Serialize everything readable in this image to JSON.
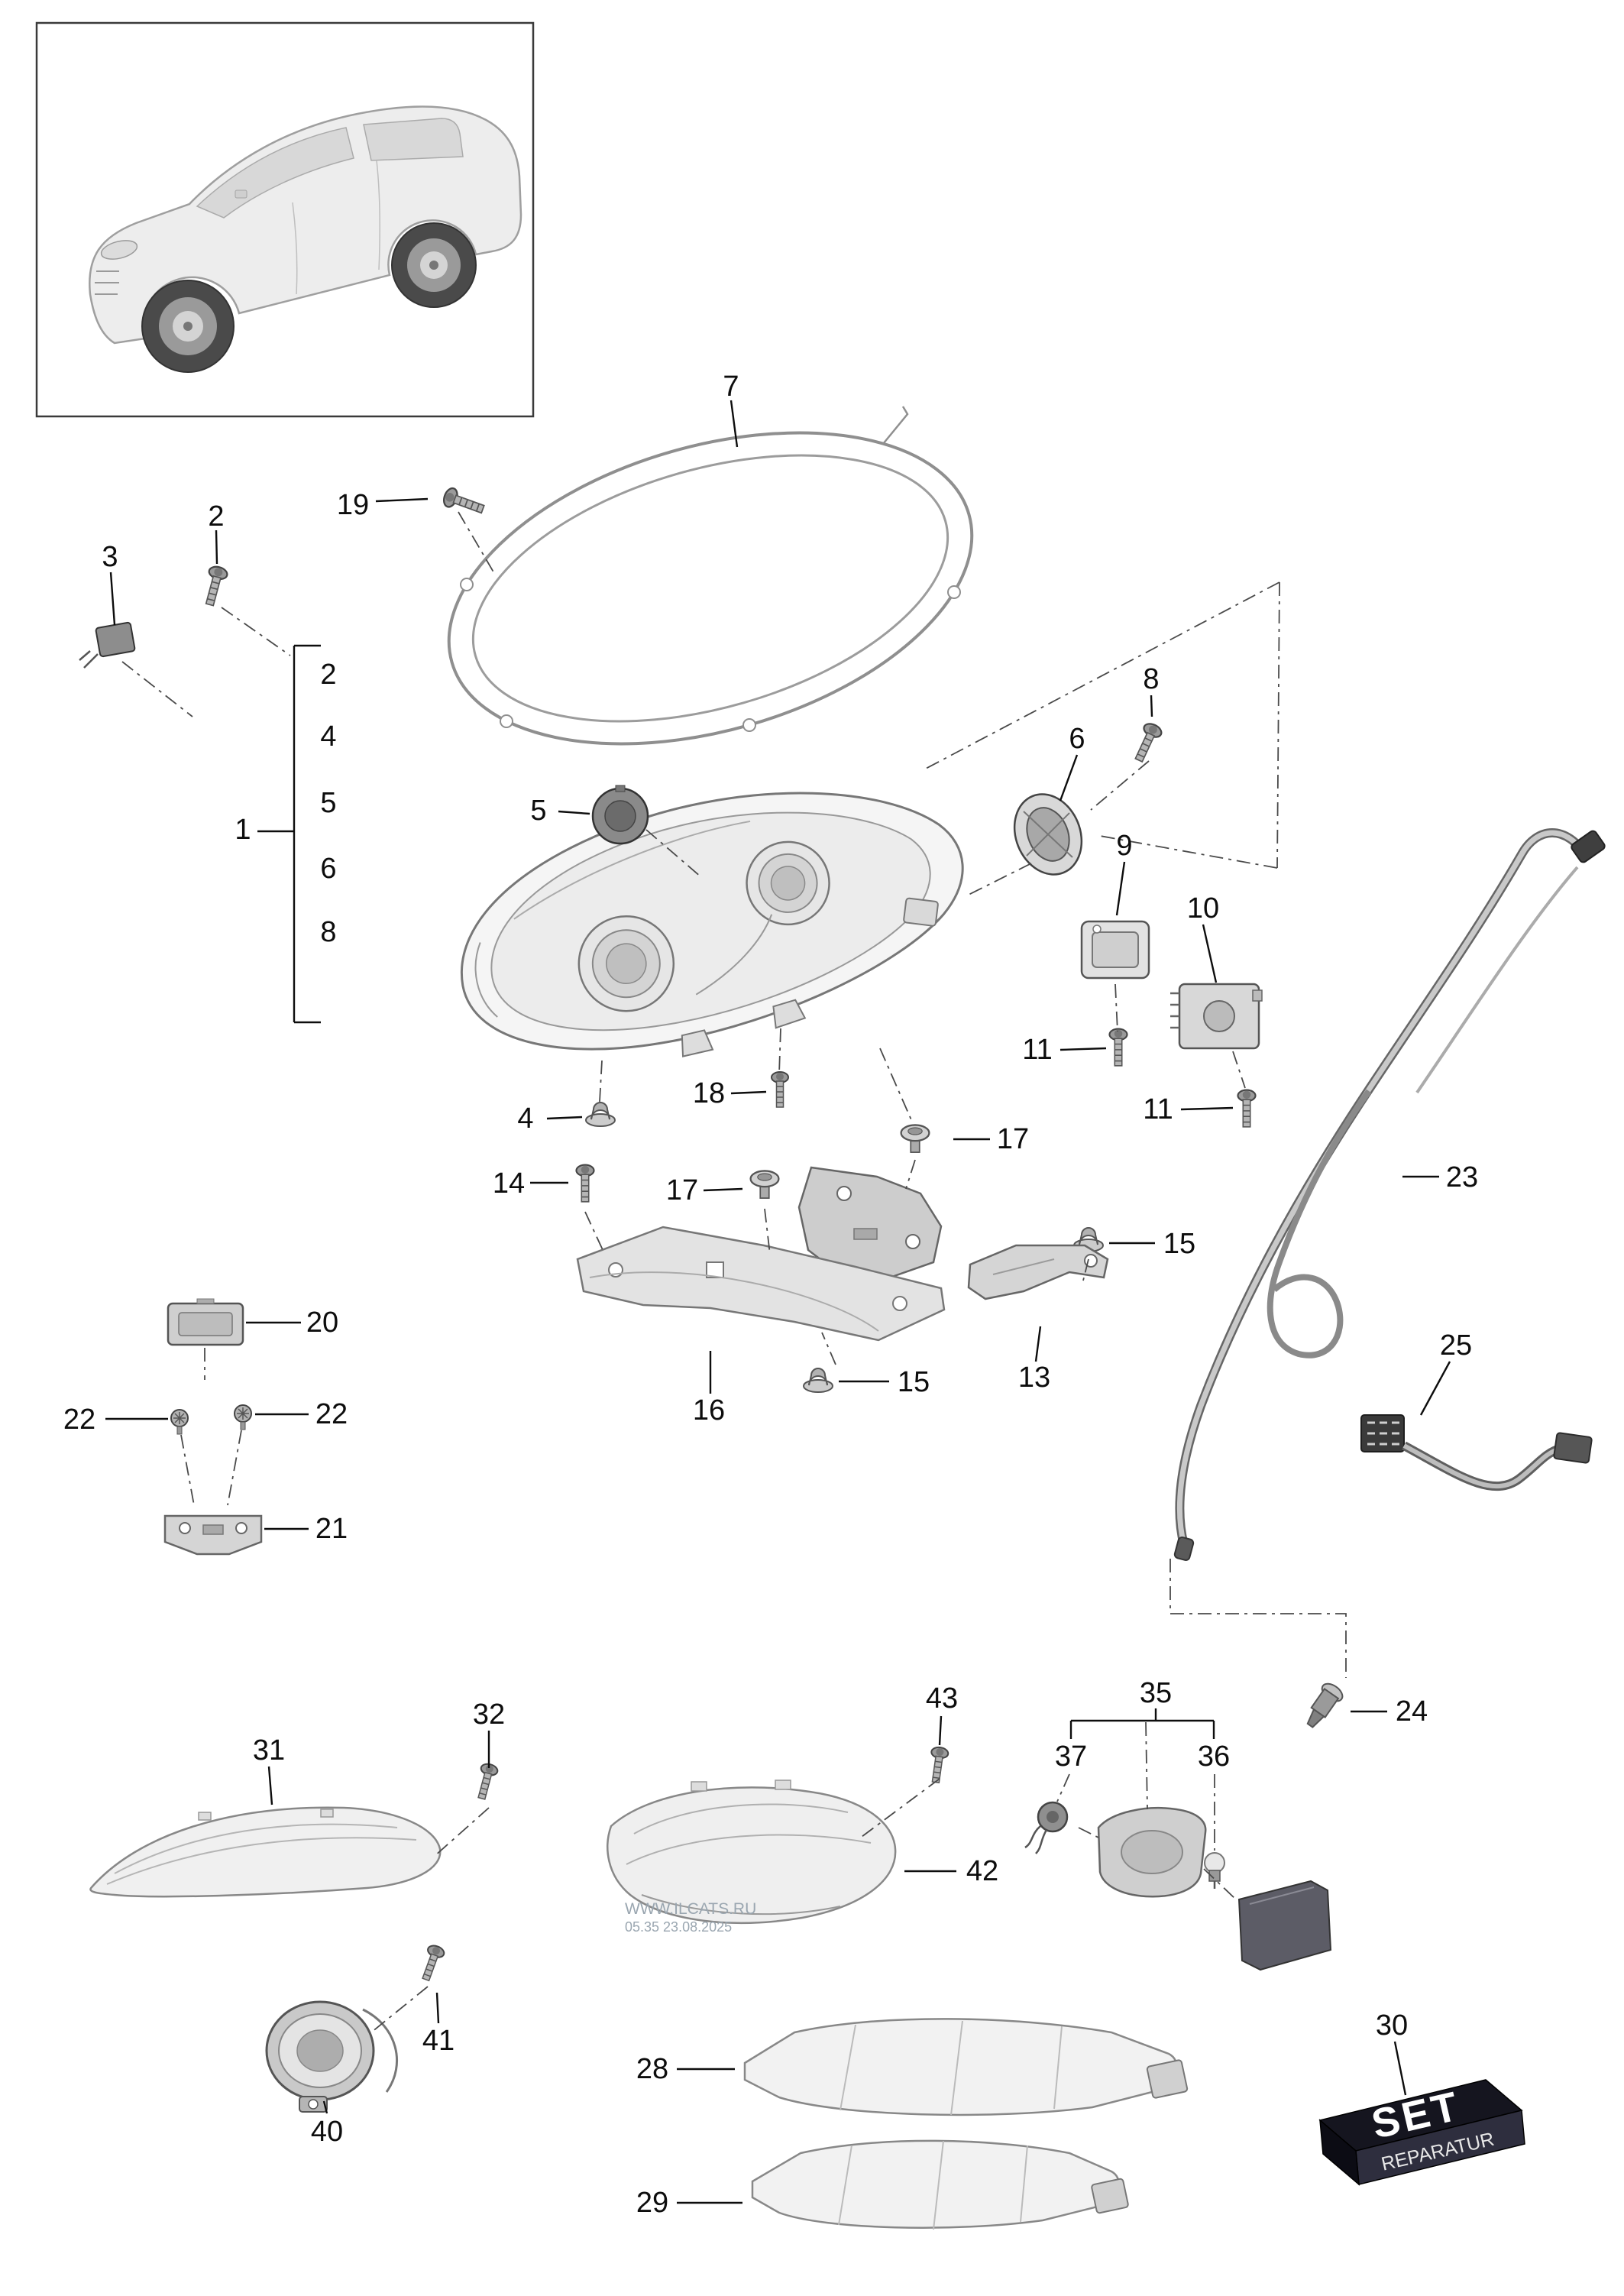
{
  "watermark": {
    "line1": "WWW.ILCATS.RU",
    "line2": "05.35 23.08.2025"
  },
  "set_box": {
    "top_label": "SET",
    "front_label": "REPARATUR"
  },
  "assembly_group": {
    "label": "1",
    "items": [
      "2",
      "4",
      "5",
      "6",
      "8"
    ]
  },
  "callouts": {
    "c2": "2",
    "c3": "3",
    "c4": "4",
    "c5": "5",
    "c6": "6",
    "c7": "7",
    "c8": "8",
    "c9": "9",
    "c10": "10",
    "c11a": "11",
    "c11b": "11",
    "c13": "13",
    "c14": "14",
    "c15a": "15",
    "c15b": "15",
    "c16": "16",
    "c17a": "17",
    "c17b": "17",
    "c18": "18",
    "c19": "19",
    "c20": "20",
    "c21": "21",
    "c22a": "22",
    "c22b": "22",
    "c23": "23",
    "c24": "24",
    "c25": "25",
    "c28": "28",
    "c29": "29",
    "c30": "30",
    "c31": "31",
    "c32": "32",
    "c35": "35",
    "c36": "36",
    "c37": "37",
    "c40": "40",
    "c41": "41",
    "c42": "42",
    "c43": "43"
  }
}
